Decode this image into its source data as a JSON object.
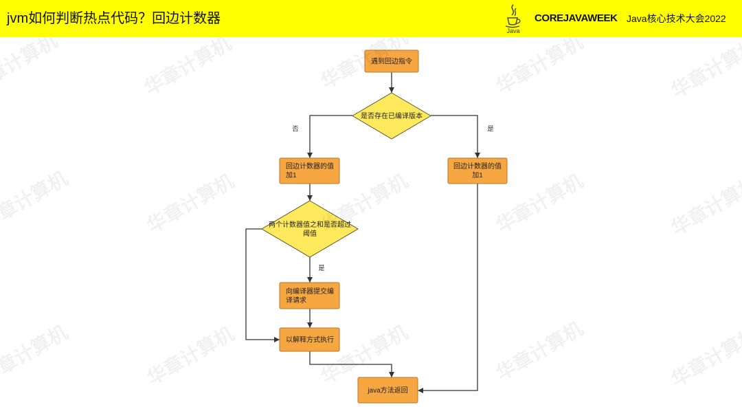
{
  "header": {
    "title": "jvm如何判断热点代码？回边计数器",
    "java_logo_text": "Java",
    "brand": "COREJAVAWEEK",
    "conference": "Java核心技术大会2022"
  },
  "icons": {
    "logo": "java-coffee-cup-icon"
  },
  "watermark": {
    "text": "华章计算机"
  },
  "colors": {
    "header_bg": "#FFFF00",
    "process_fill": "#F7A742",
    "decision_fill": "#FFE95C",
    "edge": "#333333"
  },
  "flowchart": {
    "nodes": {
      "start": {
        "shape": "process",
        "lines": [
          "遇到回边指令"
        ]
      },
      "check_compiled": {
        "shape": "decision",
        "lines": [
          "是否存在已编译版本"
        ]
      },
      "inc_left": {
        "shape": "process",
        "lines": [
          "回边计数器的值",
          "加1"
        ]
      },
      "inc_right": {
        "shape": "process",
        "lines": [
          "回边计数器的值",
          "加1"
        ]
      },
      "check_threshold": {
        "shape": "decision",
        "lines": [
          "两个计数器值之和是否超过",
          "阈值"
        ]
      },
      "submit_compile": {
        "shape": "process",
        "lines": [
          "向编译器提交编",
          "译请求"
        ]
      },
      "interpret": {
        "shape": "process",
        "lines": [
          "以解释方式执行"
        ]
      },
      "method_return": {
        "shape": "process",
        "lines": [
          "java方法返回"
        ]
      }
    },
    "edge_labels": {
      "compiled_no": "否",
      "compiled_yes": "是",
      "threshold_yes": "是"
    }
  }
}
